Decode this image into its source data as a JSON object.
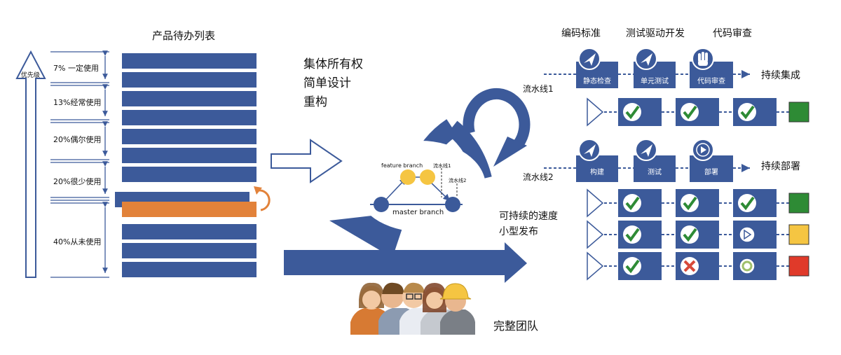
{
  "backlog": {
    "title": "产品待办列表",
    "priority_label": "优先级",
    "usage_bands": [
      {
        "label": "7% 一定使用"
      },
      {
        "label": "13%经常使用"
      },
      {
        "label": "20%偶尔使用"
      },
      {
        "label": "20%很少使用"
      },
      {
        "label": "40%从未使用"
      }
    ]
  },
  "practices_left": [
    "集体所有权",
    "简单设计",
    "重构"
  ],
  "cycle": {
    "feature_branch": "feature branch",
    "pipeline1_small": "流水线1",
    "pipeline2_small": "流水线2",
    "master_branch": "master branch",
    "outcome_lines": [
      "可持续的速度",
      "小型发布"
    ]
  },
  "team_label": "完整团队",
  "practices_top": [
    "编码标准",
    "测试驱动开发",
    "代码审查"
  ],
  "pipeline1": {
    "label": "流水线1",
    "stages": [
      "静态检查",
      "单元测试",
      "代码审查"
    ],
    "result": "持续集成",
    "status_color": "#2e8b35"
  },
  "pipeline2": {
    "label": "流水线2",
    "stages": [
      "构建",
      "测试",
      "部署"
    ],
    "result": "持续部署",
    "status_colors": [
      "#2e8b35",
      "#f5c542",
      "#e03a2a"
    ]
  },
  "colors": {
    "primary": "#3c5a9a",
    "orange": "#e2823a",
    "yellow": "#f5c542",
    "check": "#2e8b35",
    "fail": "#d84a3a"
  }
}
